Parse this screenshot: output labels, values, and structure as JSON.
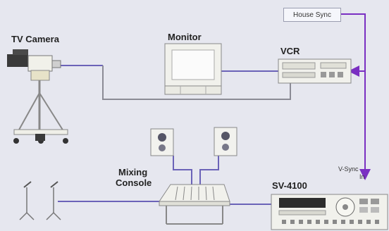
{
  "labels": {
    "tv_camera": "TV Camera",
    "monitor": "Monitor",
    "vcr": "VCR",
    "house_sync": "House Sync",
    "mixing_console_line1": "Mixing",
    "mixing_console_line2": "Console",
    "sv4100": "SV-4100",
    "vsync_line1": "V-Sync",
    "vsync_line2": "In"
  },
  "colors": {
    "background": "#e6e7ef",
    "av_cable": "#6b63b8",
    "sync_cable": "#7a2fc2",
    "gray_cable": "#8b8b95",
    "device": "#f2f2ee"
  }
}
